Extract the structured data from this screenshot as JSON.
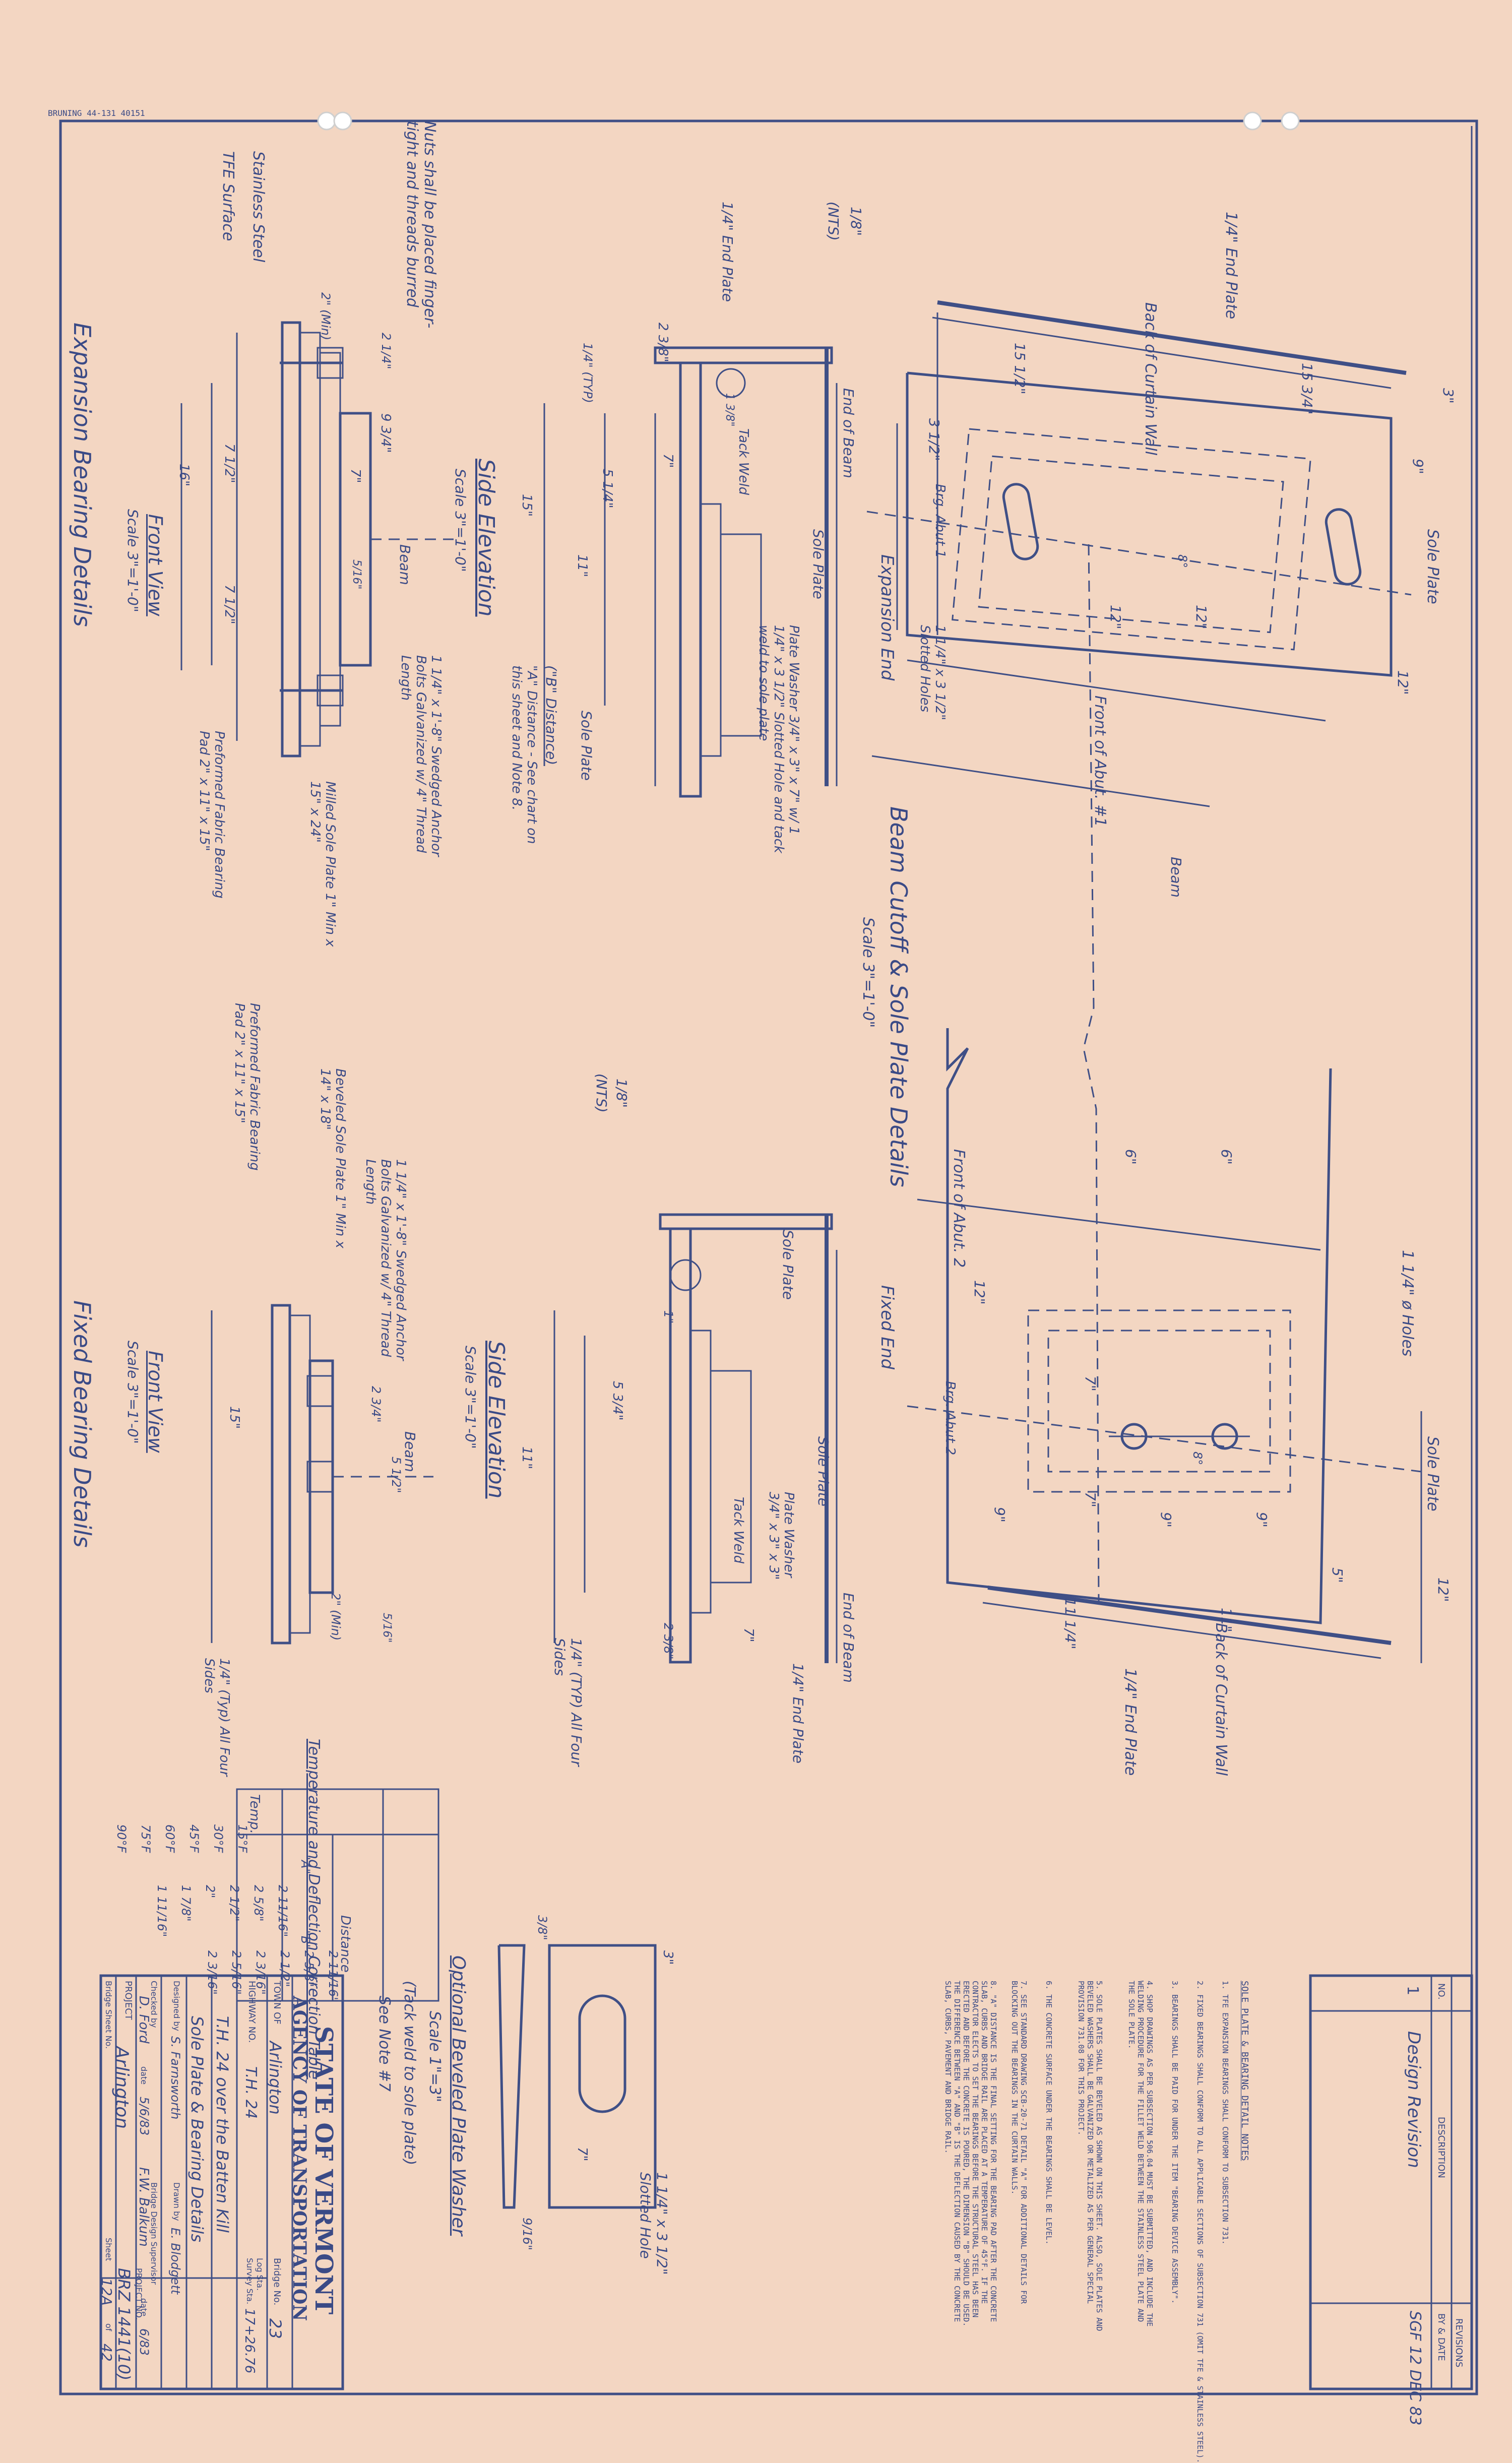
{
  "header": {
    "brand": "BRUNING 44-131 40151"
  },
  "revisions": {
    "title": "REVISIONS",
    "col_no": "NO.",
    "col_desc": "DESCRIPTION",
    "col_by": "BY & DATE",
    "row_no": "1",
    "row_desc": "Design Revision",
    "row_by": "SGF 12 DEC 83"
  },
  "notes": {
    "title": "SOLE PLATE & BEARING DETAIL NOTES",
    "items": [
      "1.  TFE EXPANSION BEARINGS SHALL CONFORM TO SUBSECTION 731.",
      "2.  FIXED BEARINGS SHALL CONFORM TO ALL APPLICABLE SECTIONS OF SUBSECTION 731 (OMIT TFE & STAINLESS STEEL).",
      "3.  BEARINGS SHALL BE PAID FOR UNDER THE ITEM \"BEARING DEVICE ASSEMBLY\".",
      "4.  SHOP DRAWINGS AS PER SUBSECTION 506.04 MUST BE SUBMITTED, AND INCLUDE THE WELDING PROCEDURE FOR THE FILLET WELD BETWEEN THE STAINLESS STEEL PLATE AND THE SOLE PLATE.",
      "5.  SOLE PLATES SHALL BE BEVELED AS SHOWN ON THIS SHEET. ALSO, SOLE PLATES AND BEVELED WASHERS SHALL BE GALVANIZED OR METALIZED AS PER GENERAL SPECIAL PROVISION 731.08 FOR THIS PROJECT.",
      "6.  THE CONCRETE SURFACE UNDER THE BEARINGS SHALL BE LEVEL.",
      "7.  SEE STANDARD DRAWING SCB-20-71 DETAIL \"A\" FOR ADDITIONAL DETAILS FOR BLOCKING OUT THE BEARINGS IN THE CURTAIN WALLS.",
      "8.  \"A\" DISTANCE IS THE FINAL SETTING FOR THE BEARING PAD AFTER THE CONCRETE SLAB, CURBS AND BRIDGE RAIL ARE PLACED AT A TEMPERATURE OF 45°F. IF THE CONTRACTOR ELECTS TO SET THE BEARINGS BEFORE THE STRUCTURAL STEEL HAS BEEN ERECTED AND BEFORE THE CONCRETE IS POURED, THE DIMENSION \"B\" SHOULD BE USED. THE DIFFERENCE BETWEEN \"A\" AND \"B\" IS THE DEFLECTION CAUSED BY THE CONCRETE SLAB, CURBS, PAVEMENT AND BRIDGE RAIL."
    ]
  },
  "beam_cutoff": {
    "title": "Beam Cutoff & Sole Plate Details",
    "scale": "Scale 3\"=1'-0\"",
    "expansion_end": "Expansion End",
    "fixed_end": "Fixed End",
    "labels": {
      "end_plate_top": "1/4\" End Plate",
      "back_curtain_top": "Back of Curtain Wall",
      "front_abut1": "Front of Abut. #1",
      "brg_abut1": "Brg. Abut 1",
      "slotted": "1 1/4\" x 3 1/2\" Slotted Holes",
      "beam_cl": "Beam",
      "sole_cl_top": "Sole Plate",
      "front_abut2": "Front of Abut. 2",
      "brg_abut2": "Brg. Abut 2",
      "holes": "1 1/4\" ø Holes",
      "sole_cl_bot": "Sole Plate",
      "back_curtain_bot": "Back of Curtain Wall",
      "end_plate_bot": "1/4\" End Plate"
    },
    "dims_top": [
      "15 1/2\"",
      "15 3/4\"",
      "3\"",
      "3 1/2\"",
      "9\"",
      "12\"",
      "12\"",
      "12\"",
      "8°"
    ],
    "dims_bot": [
      "6\"",
      "6\"",
      "12\"",
      "7\"",
      "7\"",
      "9\"",
      "9\"",
      "9\"",
      "5\"",
      "12\"",
      "11 1/4\"",
      "11\"",
      "8°"
    ]
  },
  "exp_side": {
    "title": "Side Elevation",
    "scale": "Scale 3\"=1'-0\"",
    "nts": "(NTS)",
    "nts_dim": "1/8\"",
    "labels": [
      "1/4\" End Plate",
      "End of Beam",
      "Tack Weld",
      "Sole Plate",
      "Plate Washer 3/4\" x 3\" x 7\" w/ 1 1/4\" x 3 1/2\" Slotted Hole and tack weld to sole plate",
      "Sole Plate",
      "(\"B\" Distance)",
      "\"A\" Distance - See chart on this sheet and Note 8."
    ],
    "dims": [
      "2 3/8\"",
      "7\"",
      "1/4\" (TYP)",
      "5 1/4\"",
      "15\"",
      "11\"",
      "1 3/8\""
    ]
  },
  "exp_front": {
    "title": "Front View",
    "scale": "Scale 3\"=1'-0\"",
    "labels": [
      "Nuts shall be placed finger-tight and threads burred",
      "Stainless Steel",
      "TFE Surface",
      "Beam",
      "1 1/4\" x 1'-8\" Swedged Anchor Bolts Galvanized w/ 4\" Thread Length",
      "Milled Sole Plate 1\" Min x 15\" x 24\"",
      "Preformed Fabric Bearing Pad 2\" x 11\" x 15\""
    ],
    "dims": [
      "2\" (Min)",
      "2 1/4\"",
      "9 3/4\"",
      "7\"",
      "7 1/2\"",
      "7 1/2\"",
      "16\"",
      "5/16\""
    ]
  },
  "exp_bearing_title": "Expansion Bearing Details",
  "fix_side": {
    "title": "Side Elevation",
    "scale": "Scale 3\"=1'-0\"",
    "nts": "(NTS)",
    "nts_dim": "1/8\"",
    "labels": [
      "Sole Plate",
      "Sole Plate",
      "Plate Washer 3/4\" x 3\" x 3\"",
      "Tack Weld",
      "End of Beam",
      "1/4\" End Plate",
      "1/4\" (TYP) All Four Sides"
    ],
    "dims": [
      "5 3/4\"",
      "11\"",
      "1\"",
      "2 3/8\"",
      "7\""
    ]
  },
  "fix_front": {
    "title": "Front View",
    "scale": "Scale 3\"=1'-0\"",
    "labels": [
      "Beveled Sole Plate 1\" Min x 14\" x 18\"",
      "1 1/4\" x 1'-8\" Swedged Anchor Bolts Galvanized w/ 4\" Thread Length",
      "Preformed Fabric Bearing Pad 2\" x 11\" x 15\"",
      "Beam",
      "1/4\" (Typ) All Four Sides"
    ],
    "dims": [
      "2 3/4\"",
      "5 1/2\"",
      "15\"",
      "2\" (Min)",
      "5/16\""
    ]
  },
  "fix_bearing_title": "Fixed Bearing Details",
  "temp_table": {
    "title": "Temperature and Deflection Correction Table",
    "col_temp": "Temp.",
    "col_dist": "Distance",
    "col_a": "\"A\"",
    "col_b": "\"B\"",
    "rows": [
      {
        "t": "15°F",
        "a": "2 11/16\"",
        "b": "2 11/16\""
      },
      {
        "t": "30°F",
        "a": "2 5/8\"",
        "b": "2 5/8\""
      },
      {
        "t": "45°F",
        "a": "2 1/2\"",
        "b": "2 1/2\""
      },
      {
        "t": "60°F",
        "a": "2\"",
        "b": "2 3/16\""
      },
      {
        "t": "75°F",
        "a": "1 7/8\"",
        "b": "2 5/16\""
      },
      {
        "t": "90°F",
        "a": "1 11/16\"",
        "b": "2 3/16\""
      }
    ]
  },
  "washer": {
    "title": "Optional Beveled Plate Washer",
    "scale": "Scale 1\"=3\"",
    "tack": "(Tack weld to sole plate)",
    "note": "See Note #7",
    "slotted": "1 1/4\" x 3 1/2\" Slotted Hole",
    "dims": [
      "3\"",
      "3/8\"",
      "7\"",
      "9/16\""
    ]
  },
  "titleblock": {
    "state": "STATE OF VERMONT",
    "agency": "AGENCY OF TRANSPORTATION",
    "town_label": "TOWN OF",
    "town": "Arlington",
    "bridge_label": "Bridge No.",
    "bridge": "23",
    "highway_label": "HIGHWAY NO.",
    "highway": "T.H. 24",
    "log_label": "Log Sta.",
    "survey_label": "Survey Sta.",
    "survey": "17+26.76",
    "desc1": "T.H. 24 over the Batten Kill",
    "desc2": "Sole Plate & Bearing Details",
    "designed_label": "Designed by",
    "designed": "S. Farnsworth",
    "drawn_label": "Drawn by",
    "drawn": "E. Blodgett",
    "checked_label": "Checked by",
    "checked": "D. Ford",
    "supervisor_label": "Bridge Design Supervisor",
    "supervisor": "F.W. Balkum",
    "date_label": "date",
    "date1": "5/6/83",
    "date2": "6/83",
    "project_label": "PROJECT",
    "project": "Arlington",
    "project_no_label": "PROJECT NO.",
    "project_no": "BRZ 1441(10)",
    "bridge_sheet_label": "Bridge Sheet No.",
    "sheet_label": "Sheet",
    "sheet": "12A",
    "of": "of",
    "total": "42"
  },
  "colors": {
    "paper": "#f3d6c2",
    "ink": "#3f4f86"
  }
}
